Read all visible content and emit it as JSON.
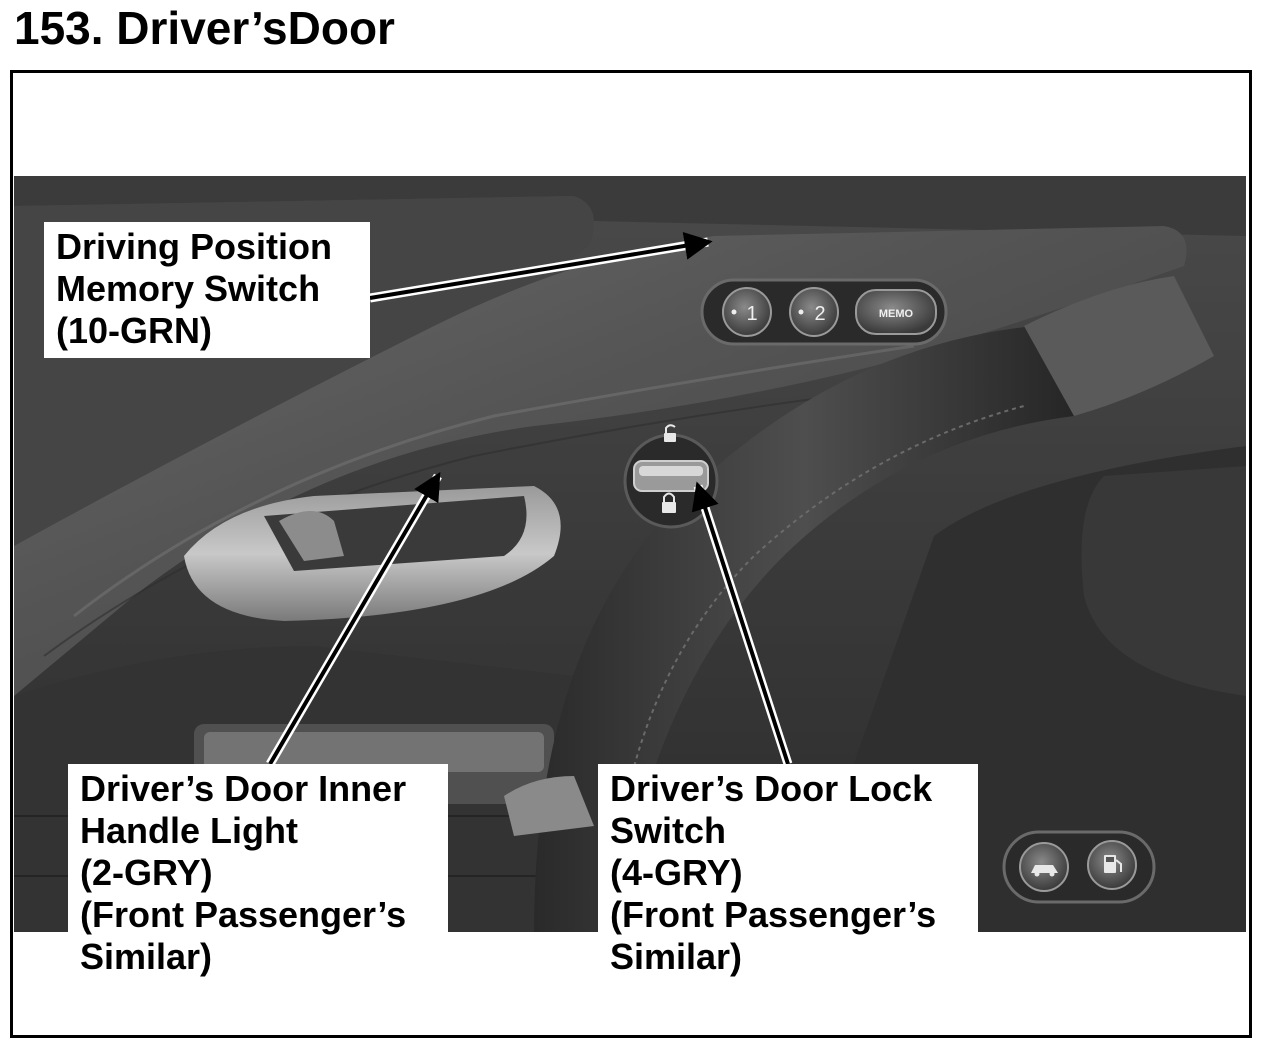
{
  "title": "153. Driver’sDoor",
  "photo": {
    "memory_buttons": [
      "1",
      "2",
      "MEMO"
    ],
    "icons": [
      "lock-open-icon",
      "lock-closed-icon",
      "trunk-release-icon",
      "fuel-door-icon"
    ]
  },
  "callouts": [
    {
      "id": "memory-switch",
      "lines": [
        "Driving Position",
        "Memory Switch",
        "(10-GRN)"
      ]
    },
    {
      "id": "inner-handle-light",
      "lines": [
        "Driver’s Door Inner",
        "Handle Light",
        "(2-GRY)",
        "(Front Passenger’s",
        "Similar)"
      ]
    },
    {
      "id": "lock-switch",
      "lines": [
        "Driver’s Door Lock",
        "Switch",
        "(4-GRY)",
        "(Front Passenger’s",
        "Similar)"
      ]
    }
  ],
  "colors": {
    "frame": "#000000",
    "label_bg": "#ffffff",
    "arrow": "#000000"
  }
}
